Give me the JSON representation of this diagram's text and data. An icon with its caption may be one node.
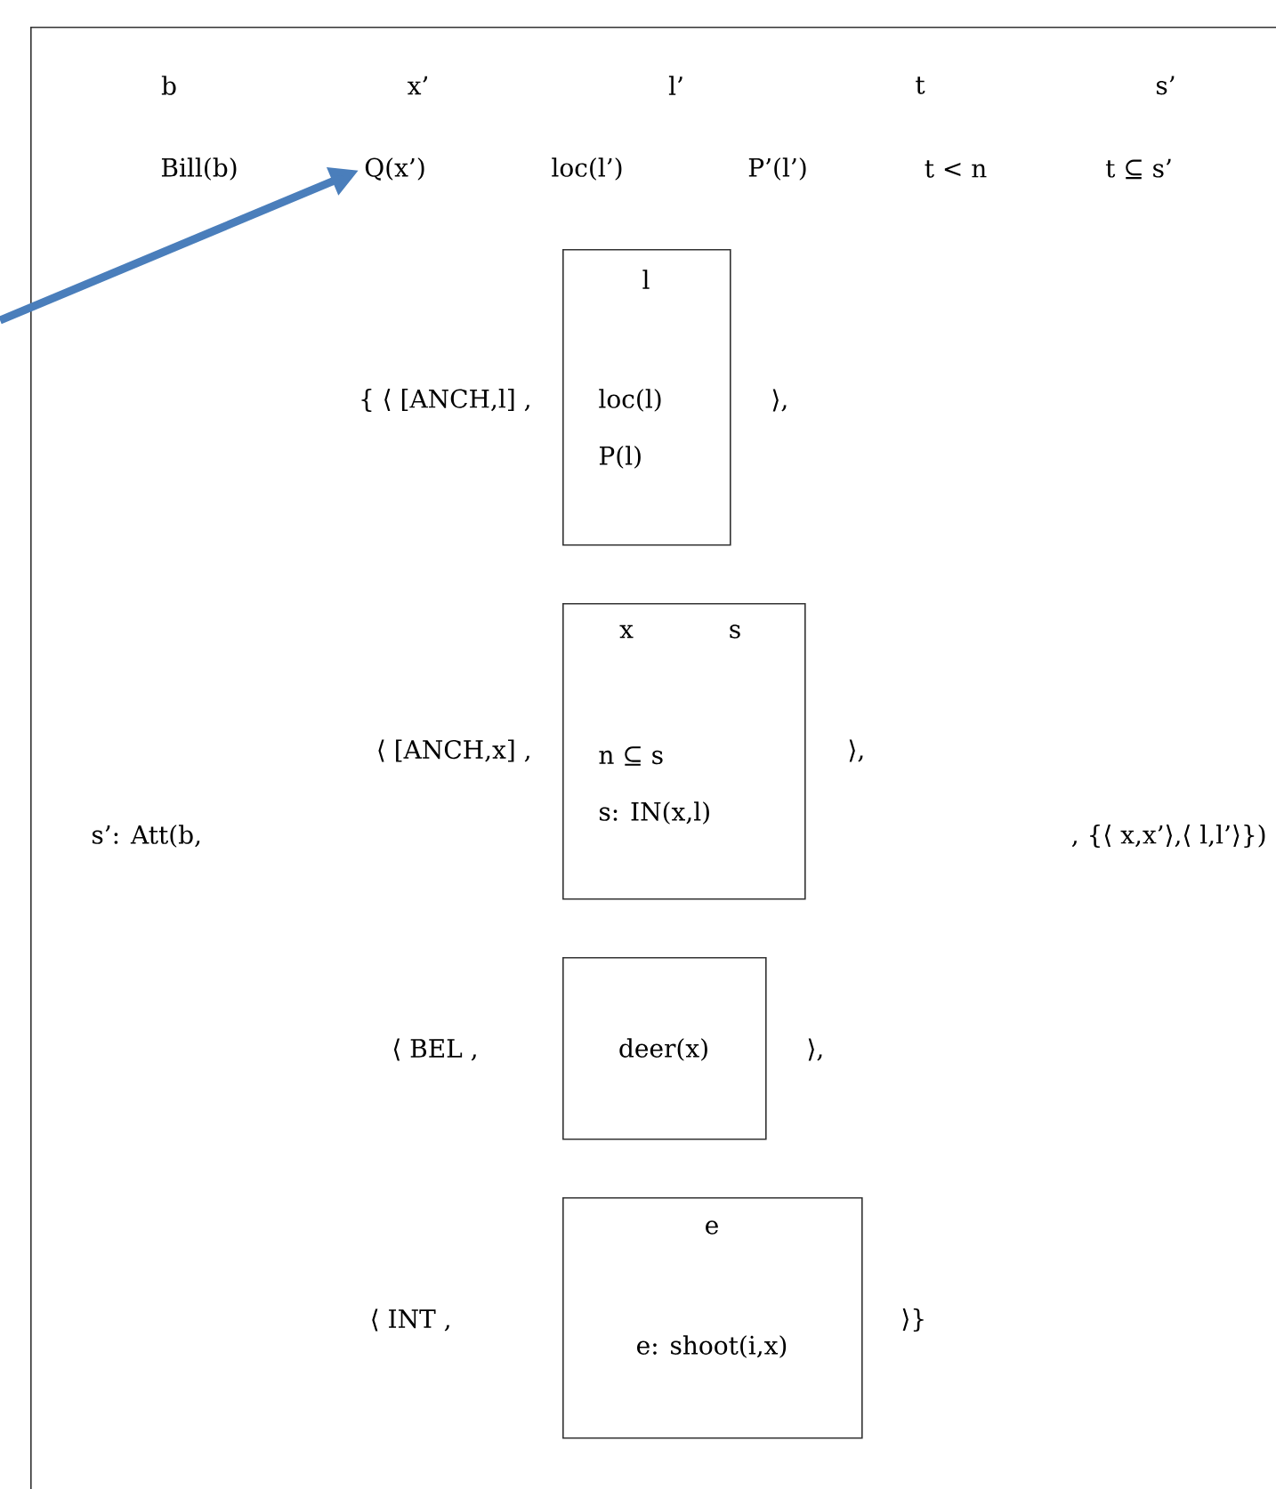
{
  "diagram": {
    "nodes": [
      {
        "text": [
          "b",
          "x’",
          "l’",
          "t",
          "s’",
          "Bill(b)",
          "loc(l’)",
          "P’(l’)",
          "t < n",
          "t ⊆ s’",
          "{ ⟨ [ANCH,l] ,",
          "⟩,",
          "⟨ [ANCH,x] ,",
          "⟩,",
          "s’: Att(b,",
          ", {⟨ x,x’⟩,⟨ l,l’⟩})",
          "⟨ BEL ,",
          "⟩,",
          "⟨ INT ,",
          "⟩}"
        ]
      },
      {
        "text": [
          "Q(x’)"
        ],
        "in": 0
      },
      {
        "text": [
          "l",
          "loc(l)",
          "P(l)"
        ],
        "in": 0
      },
      {
        "text": [
          "x",
          "s",
          "n ⊆ s",
          "s: IN(x,l)"
        ],
        "in": 0
      },
      {
        "text": [
          "deer(x)"
        ],
        "in": 0
      },
      {
        "text": [
          "e",
          "e: shoot(i,x)"
        ],
        "in": 0
      }
    ],
    "edges": [
      {
        "from": null,
        "to": 1,
        "arrow": "to",
        "color": "#4a7ebb"
      }
    ]
  }
}
